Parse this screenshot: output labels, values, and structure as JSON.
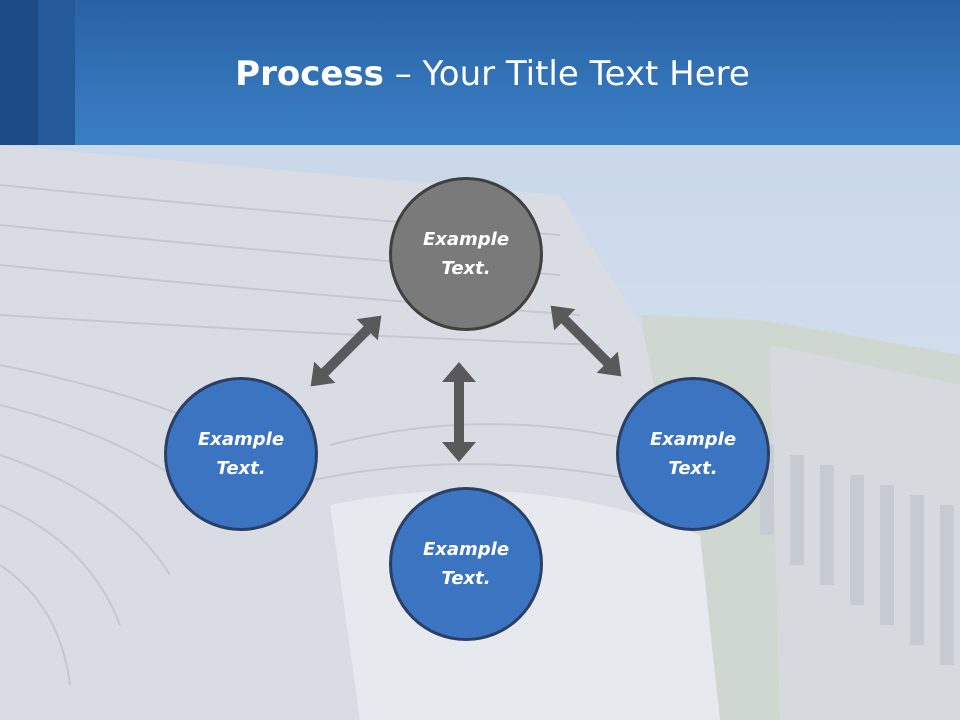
{
  "title": {
    "bold": "Process",
    "dash": " – ",
    "rest": "Your Title Text Here"
  },
  "nodes": {
    "top": "Example Text.",
    "left": "Example Text.",
    "right": "Example Text.",
    "bottom": "Example Text."
  },
  "colors": {
    "header": "#3a7fc6",
    "node_blue": "#3b74c1",
    "node_gray": "#7a7a7a",
    "arrow": "#595959"
  }
}
